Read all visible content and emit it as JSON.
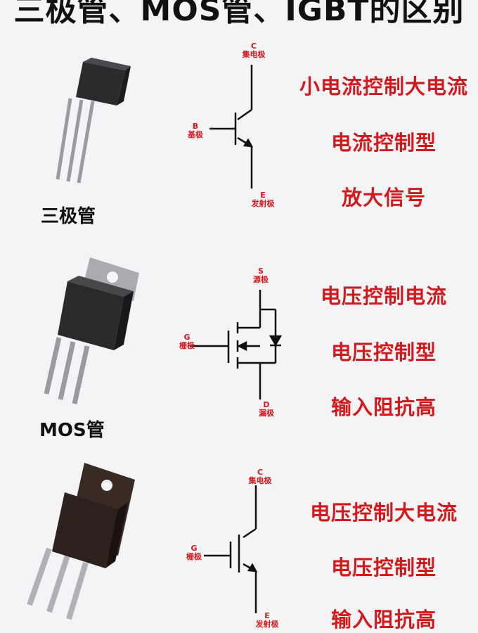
{
  "title": "三极管、MOS管、IGBT的区别",
  "components": [
    {
      "name": "三极管",
      "pins": {
        "top_letter": "C",
        "top_name": "集电极",
        "left_letter": "B",
        "left_name": "基极",
        "bottom_letter": "E",
        "bottom_name": "发射极"
      },
      "features": [
        "小电流控制大电流",
        "电流控制型",
        "放大信号"
      ]
    },
    {
      "name": "MOS管",
      "pins": {
        "top_letter": "S",
        "top_name": "源极",
        "left_letter": "G",
        "left_name": "栅极",
        "bottom_letter": "D",
        "bottom_name": "漏极"
      },
      "features": [
        "电压控制电流",
        "电压控制型",
        "输入阻抗高"
      ]
    },
    {
      "name": "",
      "pins": {
        "top_letter": "C",
        "top_name": "集电极",
        "left_letter": "G",
        "left_name": "栅极",
        "bottom_letter": "E",
        "bottom_name": "发射极"
      },
      "features": [
        "电压控制大电流",
        "电压控制型",
        "输入阻抗高"
      ]
    }
  ],
  "colors": {
    "accent": "#d3191c",
    "text": "#111111",
    "background": "#f4f4f6"
  }
}
